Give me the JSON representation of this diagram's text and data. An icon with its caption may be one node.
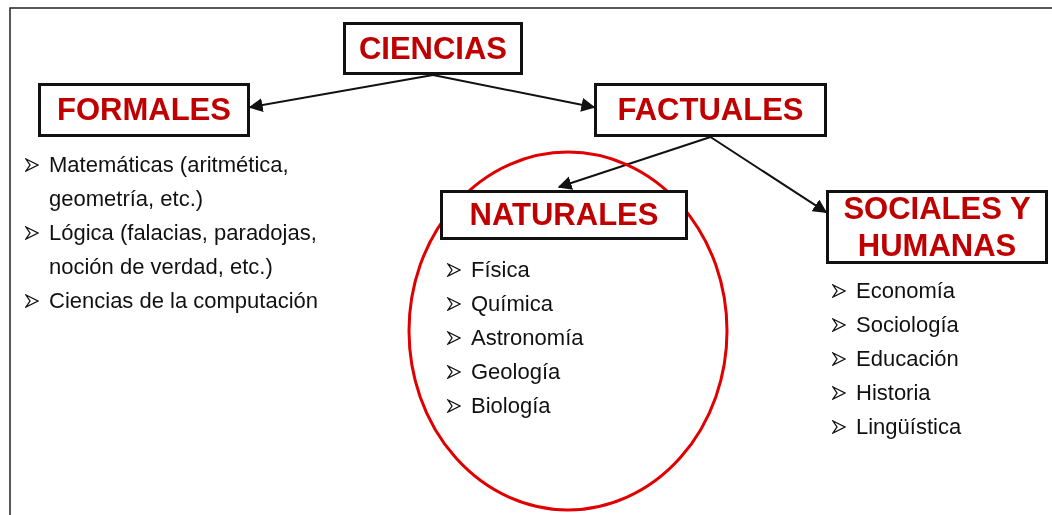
{
  "diagram": {
    "nodes": [
      {
        "text": [
          "CIENCIAS"
        ]
      },
      {
        "text": [
          "FORMALES"
        ],
        "beside": [
          "Matemáticas (aritmética, geometría, etc.)",
          "Lógica (falacias, paradojas, noción de verdad, etc.)",
          "Ciencias de la computación"
        ]
      },
      {
        "text": [
          "FACTUALES"
        ]
      },
      {
        "text": [
          "Física",
          "Química",
          "Astronomía",
          "Geología",
          "Biología"
        ]
      },
      {
        "text": [
          "NATURALES"
        ],
        "in": 3
      },
      {
        "text": [
          "SOCIALES Y HUMANAS"
        ],
        "beside": [
          "Economía",
          "Sociología",
          "Educación",
          "Historia",
          "Lingüística"
        ]
      }
    ],
    "edges": [
      {
        "from": 0,
        "to": 1,
        "arrow": "to"
      },
      {
        "from": 0,
        "to": 2,
        "arrow": "to"
      },
      {
        "from": 2,
        "to": 4,
        "arrow": "to"
      },
      {
        "from": 2,
        "to": 5,
        "arrow": "to"
      }
    ]
  }
}
